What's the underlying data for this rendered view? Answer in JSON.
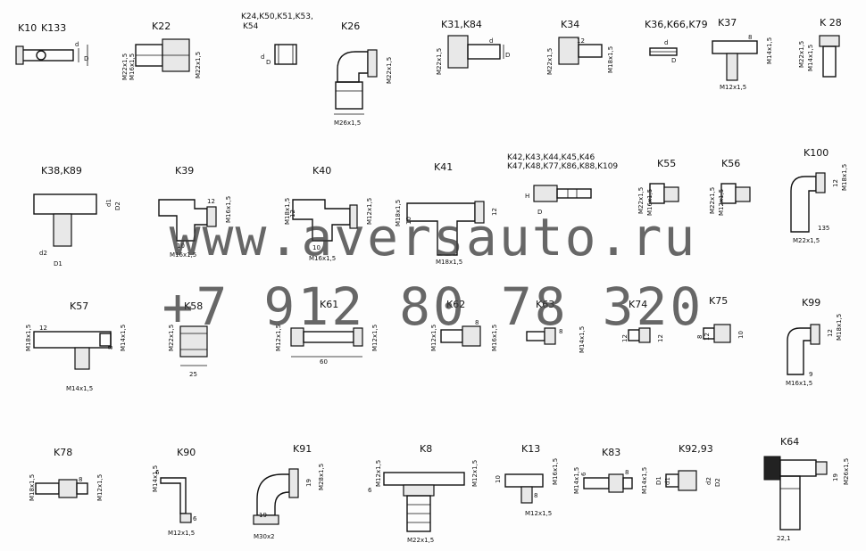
{
  "watermark": {
    "site": "www.aversauto.ru",
    "phone": "+7 912 80 78 320"
  },
  "parts": {
    "k10_k133": {
      "code_a": "K10",
      "code_b": "K133",
      "dims": [
        "d",
        "D"
      ]
    },
    "k22": {
      "code": "K22",
      "dims": [
        "M22x1,5",
        "M16x1,5",
        "M22x1,5"
      ]
    },
    "k24": {
      "code_line1": "K24,K50,K51,K53,",
      "code_line2": "K54",
      "dims": [
        "d",
        "D"
      ]
    },
    "k26": {
      "code": "K26",
      "dims": [
        "M22x1,5",
        "M26x1,5"
      ]
    },
    "k31_k84": {
      "code": "K31,K84",
      "dims": [
        "M22x1,5",
        "d",
        "D"
      ]
    },
    "k34": {
      "code": "K34",
      "dims": [
        "M22x1,5",
        "12",
        "M18x1,5"
      ]
    },
    "k36": {
      "code": "K36,K66,K79",
      "dims": [
        "d",
        "D"
      ]
    },
    "k37": {
      "code": "K37",
      "dims": [
        "8",
        "M14x1,5",
        "M12x1,5"
      ]
    },
    "k28": {
      "code": "K 28",
      "dims": [
        "M22x1,5",
        "M14x1,5"
      ]
    },
    "k38_k89": {
      "code": "K38,K89",
      "dims": [
        "d1",
        "D2",
        "d2",
        "D1"
      ]
    },
    "k39": {
      "code": "K39",
      "dims": [
        "M16x1,5",
        "12",
        "M16x1,5",
        "10"
      ]
    },
    "k40": {
      "code": "K40",
      "dims": [
        "M18x1,5",
        "12",
        "M12x1,5",
        "M16x1,5",
        "10"
      ]
    },
    "k41": {
      "code": "K41",
      "dims": [
        "M18x1,5",
        "10",
        "12",
        "M18x1,5"
      ]
    },
    "k42": {
      "code_line1": "K42,K43,K44,K45,K46",
      "code_line2": "K47,K48,K77,K86,K88,K109",
      "dims": [
        "H",
        "D"
      ]
    },
    "k55": {
      "code": "K55",
      "dims": [
        "M22x1,5",
        "M16x1,5"
      ]
    },
    "k56": {
      "code": "K56",
      "dims": [
        "M22x1,5",
        "M12x1,5"
      ]
    },
    "k100": {
      "code": "K100",
      "dims": [
        "12",
        "M18x1,5",
        "135",
        "M22x1,5"
      ]
    },
    "k57": {
      "code": "K57",
      "dims": [
        "M18x1,5",
        "12",
        "8",
        "M14x1,5",
        "M14x1,5"
      ]
    },
    "k58": {
      "code": "K58",
      "dims": [
        "M22x1,5",
        "25"
      ]
    },
    "k61": {
      "code": "K61",
      "dims": [
        "M12x1,5",
        "M12x1,5",
        "60"
      ]
    },
    "k62": {
      "code": "K62",
      "dims": [
        "M12x1,5",
        "8",
        "M16x1,5"
      ]
    },
    "k63": {
      "code": "K63",
      "dims": [
        "8",
        "M14x1,5"
      ]
    },
    "k74": {
      "code": "K74",
      "dims": [
        "12",
        "12"
      ]
    },
    "k75": {
      "code": "K75",
      "dims": [
        "8",
        "12",
        "10"
      ]
    },
    "k99": {
      "code": "K99",
      "dims": [
        "12",
        "M18x1,5",
        "9",
        "M16x1,5"
      ]
    },
    "k78": {
      "code": "K78",
      "dims": [
        "M18x1,5",
        "8",
        "M12x1,5"
      ]
    },
    "k90": {
      "code": "K90",
      "dims": [
        "M14x1,5",
        "6",
        "6",
        "M12x1,5"
      ]
    },
    "k91": {
      "code": "K91",
      "dims": [
        "19",
        "M28x1,5",
        "19",
        "M30x2"
      ]
    },
    "k8": {
      "code": "K8",
      "dims": [
        "M12x1,5",
        "6",
        "M12x1,5",
        "M22x1,5"
      ]
    },
    "k13": {
      "code": "K13",
      "dims": [
        "10",
        "M16x1,5",
        "8",
        "M12x1,5"
      ]
    },
    "k83": {
      "code": "K83",
      "dims": [
        "M14x1,5",
        "6",
        "8",
        "M14x1,5"
      ]
    },
    "k92_93": {
      "code": "K92,93",
      "dims": [
        "D1",
        "d1",
        "d2",
        "D2"
      ]
    },
    "k64": {
      "code": "K64",
      "dims": [
        "19",
        "M26x1,5",
        "22,1"
      ]
    }
  }
}
